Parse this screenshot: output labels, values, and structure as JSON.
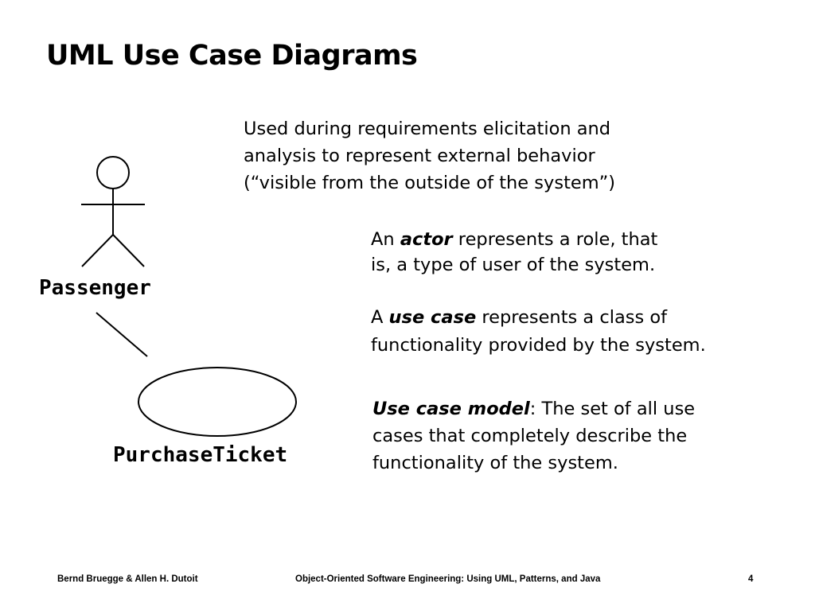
{
  "slide": {
    "title": "UML Use Case Diagrams"
  },
  "diagram": {
    "actor_name": "Passenger",
    "use_case_name": "PurchaseTicket"
  },
  "intro": {
    "lines": [
      "Used during requirements elicitation and",
      "analysis to represent external behavior",
      "(“visible from the outside of the system”)"
    ]
  },
  "actor_definition": {
    "prefix": "An ",
    "term": "actor",
    "line1_rest": " represents a role, that",
    "line2": "is, a type of user of the system."
  },
  "use_case_definition": {
    "prefix": "A ",
    "term": "use case",
    "line1_rest": " represents a class of",
    "line2": "functionality provided by the system."
  },
  "use_case_model_definition": {
    "term": "Use case model",
    "line1_rest": ": The set of all use",
    "line2": "cases that completely describe the",
    "line3": "functionality of the  system."
  },
  "footer": {
    "authors": "Bernd Bruegge & Allen H. Dutoit",
    "book": "Object-Oriented Software Engineering: Using UML, Patterns, and Java",
    "page_number": "4"
  }
}
